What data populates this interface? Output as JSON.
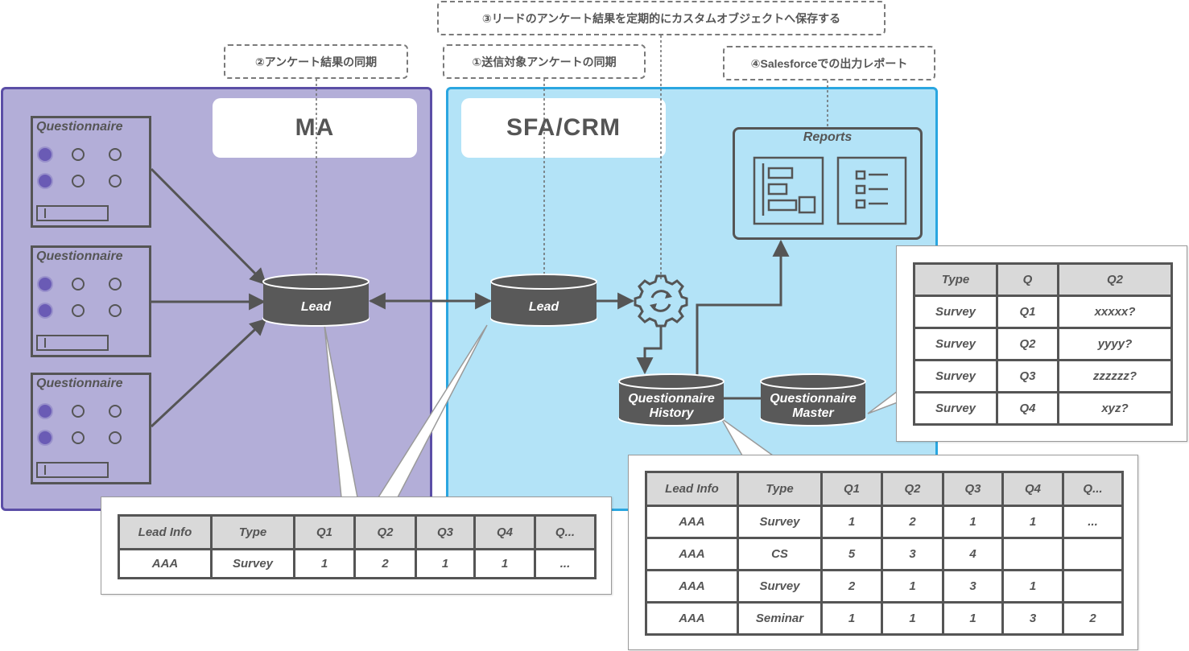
{
  "panels": {
    "ma_title": "MA",
    "sfa_title": "SFA/CRM"
  },
  "callouts": {
    "step1": "①送信対象アンケートの同期",
    "step2": "②アンケート結果の同期",
    "step3": "③リードのアンケート結果を定期的にカスタムオブジェクトへ保存する",
    "step4": "④Salesforceでの出力レポート"
  },
  "questionnaire_label": "Questionnaire",
  "questionnaire_count": 3,
  "databases": {
    "ma_lead": "Lead",
    "sfa_lead": "Lead",
    "history_line1": "Questionnaire",
    "history_line2": "History",
    "master_line1": "Questionnaire",
    "master_line2": "Master"
  },
  "reports_label": "Reports",
  "icons": [
    "gear-sync-icon",
    "bar-report-icon",
    "list-report-icon"
  ],
  "colors": {
    "ma_panel": "#b3aed8",
    "ma_border": "#5b4ea6",
    "sfa_panel": "#b3e3f7",
    "sfa_border": "#2aa6e0",
    "db_fill": "#595959",
    "radio_selected": "#6a5bb5"
  },
  "tables": {
    "lead_table": {
      "headers": [
        "Lead Info",
        "Type",
        "Q1",
        "Q2",
        "Q3",
        "Q4",
        "Q..."
      ],
      "rows": [
        [
          "AAA",
          "Survey",
          "1",
          "2",
          "1",
          "1",
          "..."
        ]
      ]
    },
    "master_table": {
      "headers": [
        "Type",
        "Q",
        "Q2"
      ],
      "rows": [
        [
          "Survey",
          "Q1",
          "xxxxx?"
        ],
        [
          "Survey",
          "Q2",
          "yyyy?"
        ],
        [
          "Survey",
          "Q3",
          "zzzzzz?"
        ],
        [
          "Survey",
          "Q4",
          "xyz?"
        ]
      ]
    },
    "history_table": {
      "headers": [
        "Lead Info",
        "Type",
        "Q1",
        "Q2",
        "Q3",
        "Q4",
        "Q..."
      ],
      "rows": [
        [
          "AAA",
          "Survey",
          "1",
          "2",
          "1",
          "1",
          "..."
        ],
        [
          "AAA",
          "CS",
          "5",
          "3",
          "4",
          "",
          ""
        ],
        [
          "AAA",
          "Survey",
          "2",
          "1",
          "3",
          "1",
          ""
        ],
        [
          "AAA",
          "Seminar",
          "1",
          "1",
          "1",
          "3",
          "2"
        ]
      ]
    }
  }
}
